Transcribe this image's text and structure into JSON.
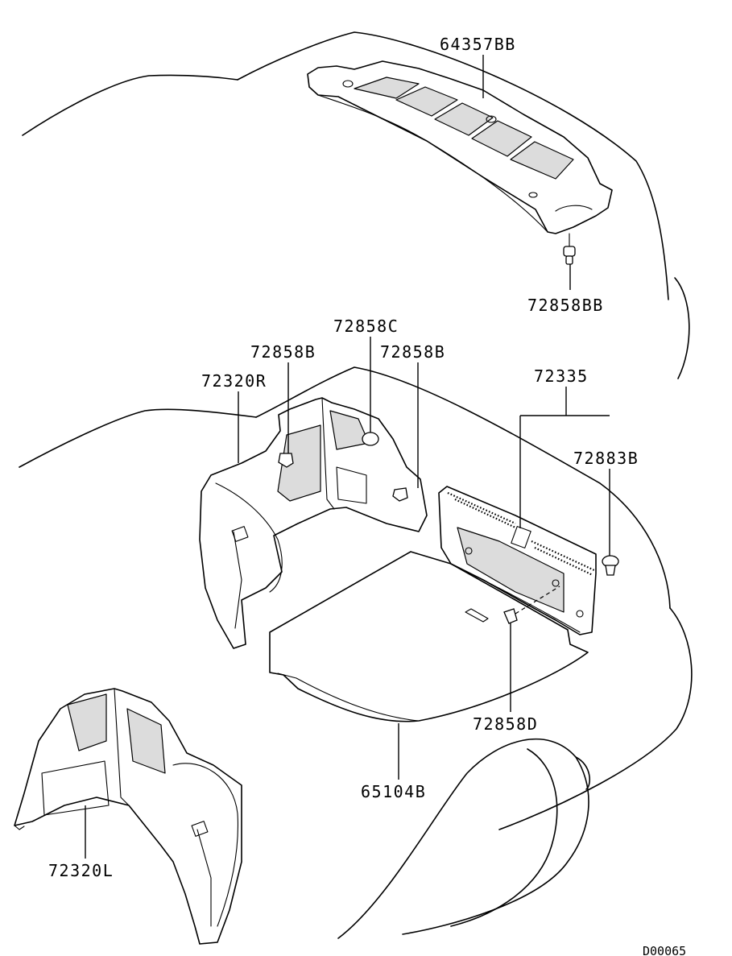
{
  "parts": {
    "p64357BB": "64357BB",
    "p72858BB": "72858BB",
    "p72858C": "72858C",
    "p72858B_left": "72858B",
    "p72858B_right": "72858B",
    "p72320R": "72320R",
    "p72335": "72335",
    "p72883B": "72883B",
    "p72858D": "72858D",
    "p65104B": "65104B",
    "p72320L": "72320L"
  },
  "diagram_code": "D00065",
  "colors": {
    "line": "#000000",
    "background": "#ffffff",
    "shade": "#dcdcdc"
  }
}
